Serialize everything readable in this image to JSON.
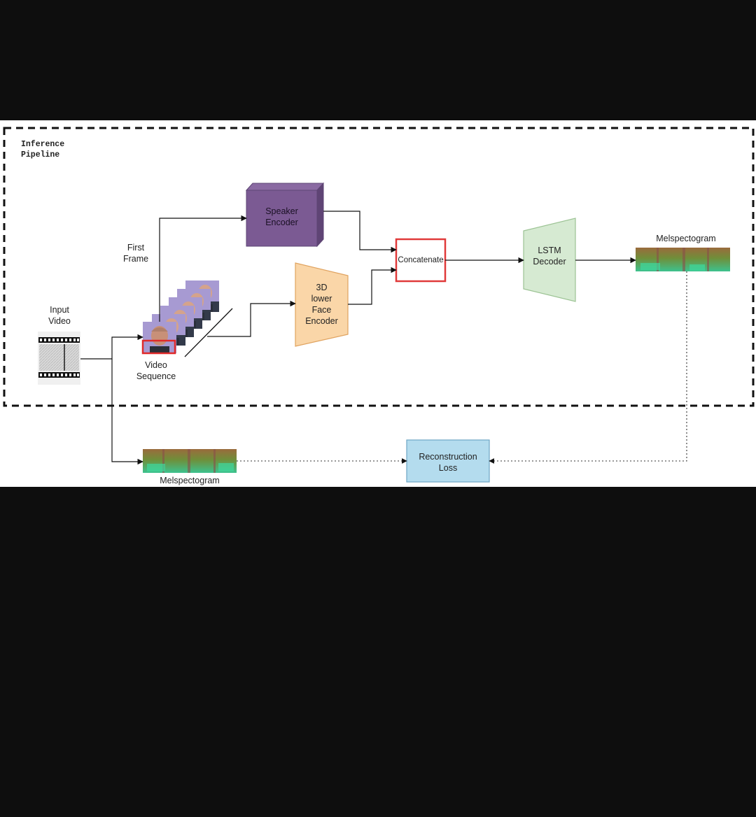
{
  "pipeline": {
    "title": "Inference\nPipeline"
  },
  "nodes": {
    "input_video": "Input\nVideo",
    "first_frame": "First\nFrame",
    "video_sequence": "Video\nSequence",
    "speaker_encoder": "Speaker\nEncoder",
    "face_encoder": "3D\nlower\nFace\nEncoder",
    "concatenate": "Concatenate",
    "lstm_decoder": "LSTM\nDecoder",
    "melspectogram_out": "Melspectogram",
    "melspectogram_gt": "Melspectogram",
    "reconstruction_loss": "Reconstruction\nLoss"
  },
  "colors": {
    "speaker_encoder": "#7b5a93",
    "face_encoder": "#fad6a8",
    "lstm_decoder": "#d6ead2",
    "concatenate_border": "#e03a3a",
    "reconstruction_loss": "#b4dcee",
    "background": "#0e0e0e"
  }
}
